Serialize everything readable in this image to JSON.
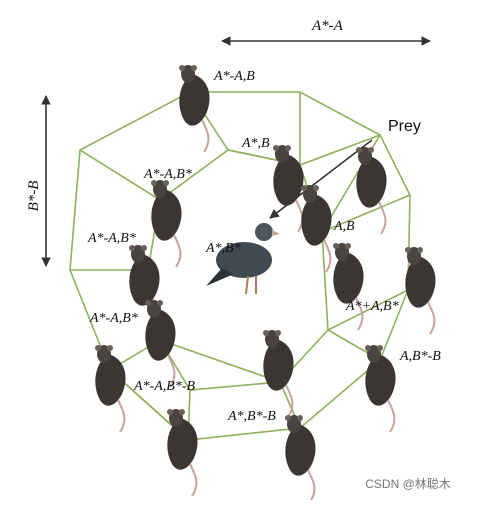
{
  "dim_horizontal": {
    "label": "A*-A"
  },
  "dim_vertical": {
    "label": "B*-B"
  },
  "prey_label": "Prey",
  "center_label": "A*,B*",
  "position_labels": [
    "A*-A,B",
    "A*,B",
    "A*-A,B*",
    "A*-A,B*",
    "A*-A,B*",
    "A,B",
    "A*+A,B*",
    "A,B*-B",
    "A*-A,B*-B",
    "A*,B*-B"
  ],
  "watermark": "CSDN @林聪木",
  "colors": {
    "lines": "#8ab35a",
    "arrow": "#333333",
    "text": "#111111",
    "rat": "#3b3633",
    "pigeon": "#3f4a52"
  }
}
